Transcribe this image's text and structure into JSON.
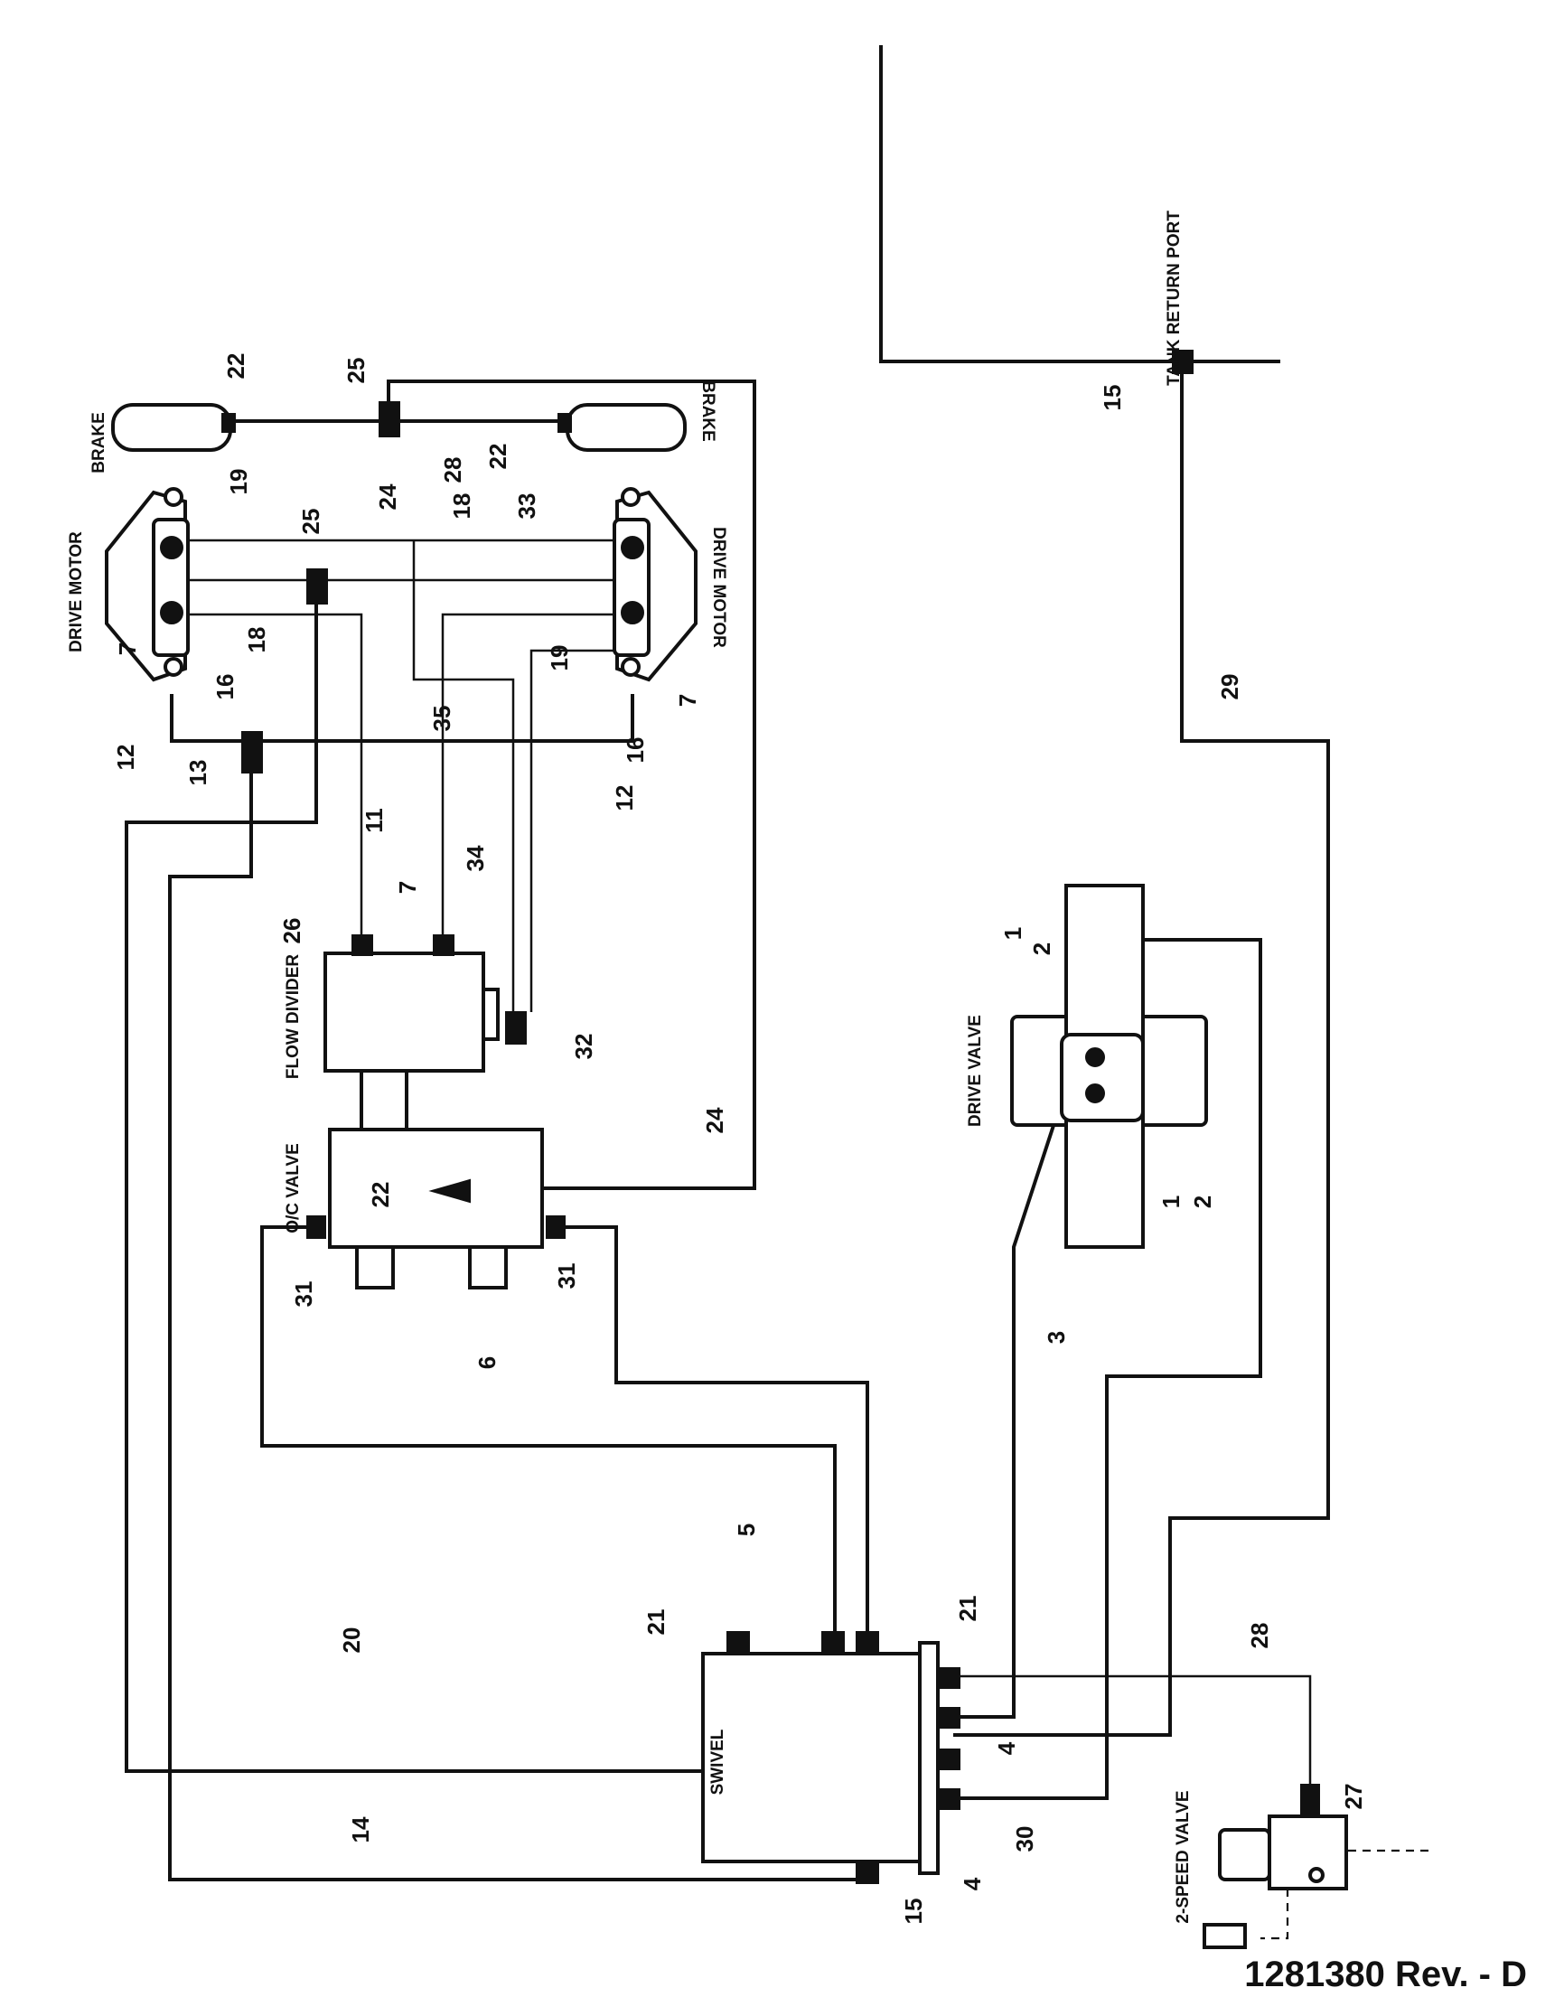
{
  "drawing_number": "1281380 Rev. - D",
  "components": {
    "brake_left": "BRAKE",
    "brake_right": "BRAKE",
    "drive_motor_left": "DRIVE MOTOR",
    "drive_motor_right": "DRIVE MOTOR",
    "flow_divider": "FLOW DIVIDER",
    "oc_valve": "O/C VALVE",
    "drive_valve": "DRIVE VALVE",
    "swivel": "SWIVEL",
    "two_speed_valve": "2-SPEED VALVE",
    "tank_return_port": "TANK RETURN PORT"
  },
  "callouts": {
    "c22_brake_left": "22",
    "c25_top": "25",
    "c22_brake_right": "22",
    "c24_top": "24",
    "c28_top": "28",
    "c19_left": "19",
    "c25_mid": "25",
    "c18_right": "18",
    "c33": "33",
    "c7_left": "7",
    "c18_left": "18",
    "c16_left": "16",
    "c19_right": "19",
    "c7_right": "7",
    "c16_right": "16",
    "c12_left": "12",
    "c13": "13",
    "c35": "35",
    "c12_right": "12",
    "c11": "11",
    "c34": "34",
    "c26": "26",
    "c7_fd": "7",
    "c32": "32",
    "c22_oc": "22",
    "c24_mid": "24",
    "c31_left": "31",
    "c31_right": "31",
    "c6": "6",
    "c1_top": "1",
    "c2_top": "2",
    "c1_bot": "1",
    "c2_bot": "2",
    "c3": "3",
    "c15_tank": "15",
    "c29": "29",
    "c5": "5",
    "c21_left": "21",
    "c21_right": "21",
    "c20": "20",
    "c4_top": "4",
    "c30": "30",
    "c4_bot": "4",
    "c14": "14",
    "c15_swivel": "15",
    "c28_bot": "28",
    "c27": "27"
  }
}
